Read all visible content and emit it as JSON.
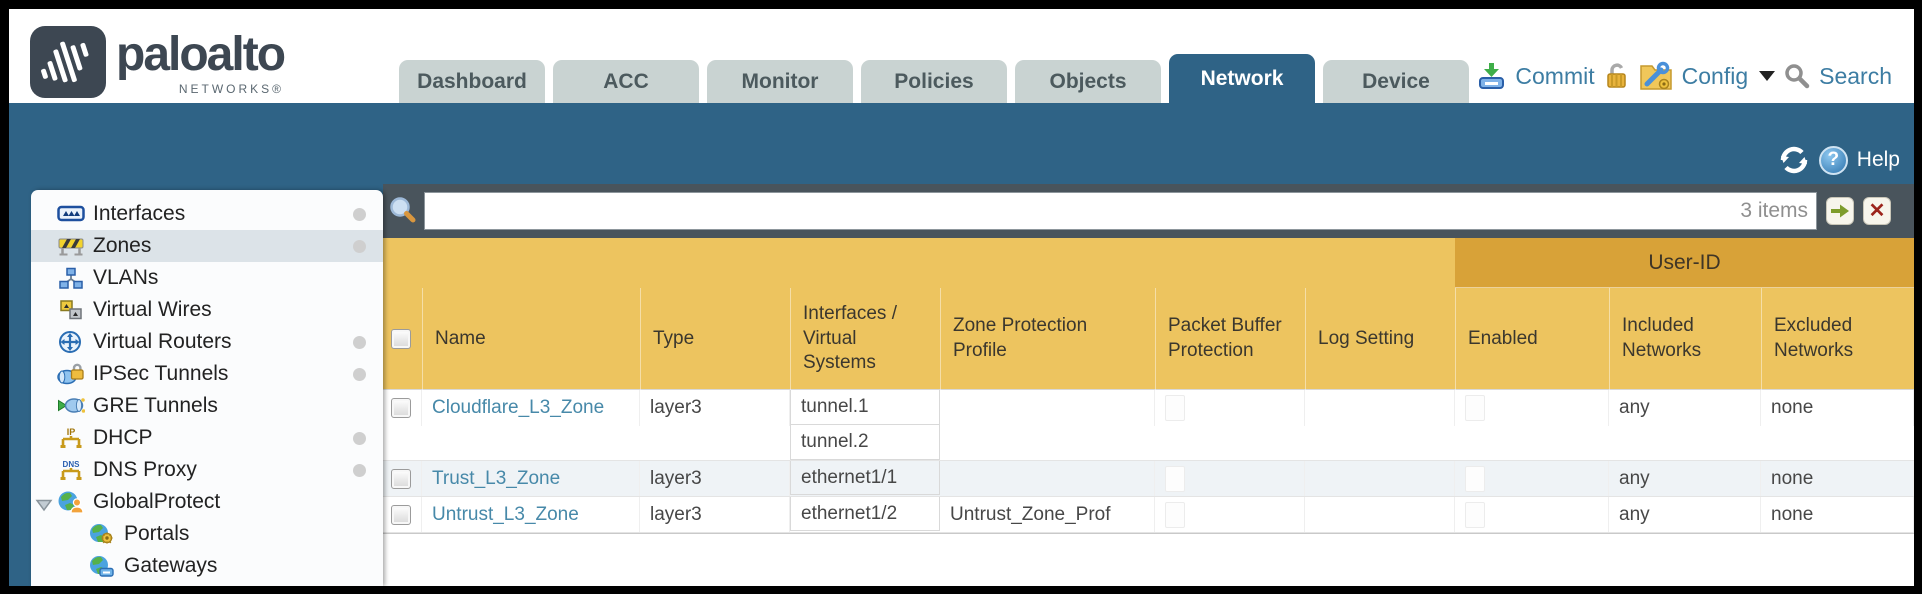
{
  "brand": {
    "name": "paloalto",
    "subtitle": "NETWORKS®"
  },
  "nav": {
    "tabs": [
      {
        "label": "Dashboard",
        "active": false
      },
      {
        "label": "ACC",
        "active": false
      },
      {
        "label": "Monitor",
        "active": false
      },
      {
        "label": "Policies",
        "active": false
      },
      {
        "label": "Objects",
        "active": false
      },
      {
        "label": "Network",
        "active": true
      },
      {
        "label": "Device",
        "active": false
      }
    ],
    "commit_label": "Commit",
    "config_label": "Config",
    "search_label": "Search"
  },
  "toolbar": {
    "help_label": "Help"
  },
  "sidebar": {
    "items": [
      {
        "label": "Interfaces",
        "dot": true
      },
      {
        "label": "Zones",
        "dot": true,
        "selected": true
      },
      {
        "label": "VLANs",
        "dot": false
      },
      {
        "label": "Virtual Wires",
        "dot": false
      },
      {
        "label": "Virtual Routers",
        "dot": true
      },
      {
        "label": "IPSec Tunnels",
        "dot": true
      },
      {
        "label": "GRE Tunnels",
        "dot": false
      },
      {
        "label": "DHCP",
        "dot": true
      },
      {
        "label": "DNS Proxy",
        "dot": true
      },
      {
        "label": "GlobalProtect",
        "dot": false,
        "expanded": true
      },
      {
        "label": "Portals",
        "dot": false,
        "child": true
      },
      {
        "label": "Gateways",
        "dot": false,
        "child": true
      }
    ]
  },
  "filterbar": {
    "value": "",
    "count": "3 items"
  },
  "table": {
    "user_id_group": "User-ID",
    "headers": {
      "name": "Name",
      "type": "Type",
      "interfaces": "Interfaces / Virtual Systems",
      "zone_protection": "Zone Protection Profile",
      "packet_buffer": "Packet Buffer Protection",
      "log_setting": "Log Setting",
      "enabled": "Enabled",
      "included": "Included Networks",
      "excluded": "Excluded Networks"
    },
    "rows": [
      {
        "name": "Cloudflare_L3_Zone",
        "type": "layer3",
        "interfaces": [
          "tunnel.1",
          "tunnel.2"
        ],
        "zone_protection_profile": "",
        "log_setting": "",
        "included_networks": "any",
        "excluded_networks": "none"
      },
      {
        "name": "Trust_L3_Zone",
        "type": "layer3",
        "interfaces": [
          "ethernet1/1"
        ],
        "zone_protection_profile": "",
        "log_setting": "",
        "included_networks": "any",
        "excluded_networks": "none"
      },
      {
        "name": "Untrust_L3_Zone",
        "type": "layer3",
        "interfaces": [
          "ethernet1/2"
        ],
        "zone_protection_profile": "Untrust_Zone_Prof",
        "log_setting": "",
        "included_networks": "any",
        "excluded_networks": "none"
      }
    ]
  },
  "icons": {
    "refresh": "refresh-icon",
    "help": "help-icon",
    "search_filter": "magnifier-icon",
    "apply_filter": "green-arrow-icon",
    "clear_filter": "red-x-icon",
    "commit": "commit-icon",
    "lock": "lock-icon",
    "config": "config-icon",
    "search": "search-icon"
  },
  "colors": {
    "teal": "#2f6386",
    "tab_bg": "#c9d3d2",
    "filter_bar": "#49545c",
    "header_orange": "#edc45f",
    "user_id_band": "#d8a238",
    "row_stripe": "#eff3f6",
    "link": "#4789a9"
  }
}
